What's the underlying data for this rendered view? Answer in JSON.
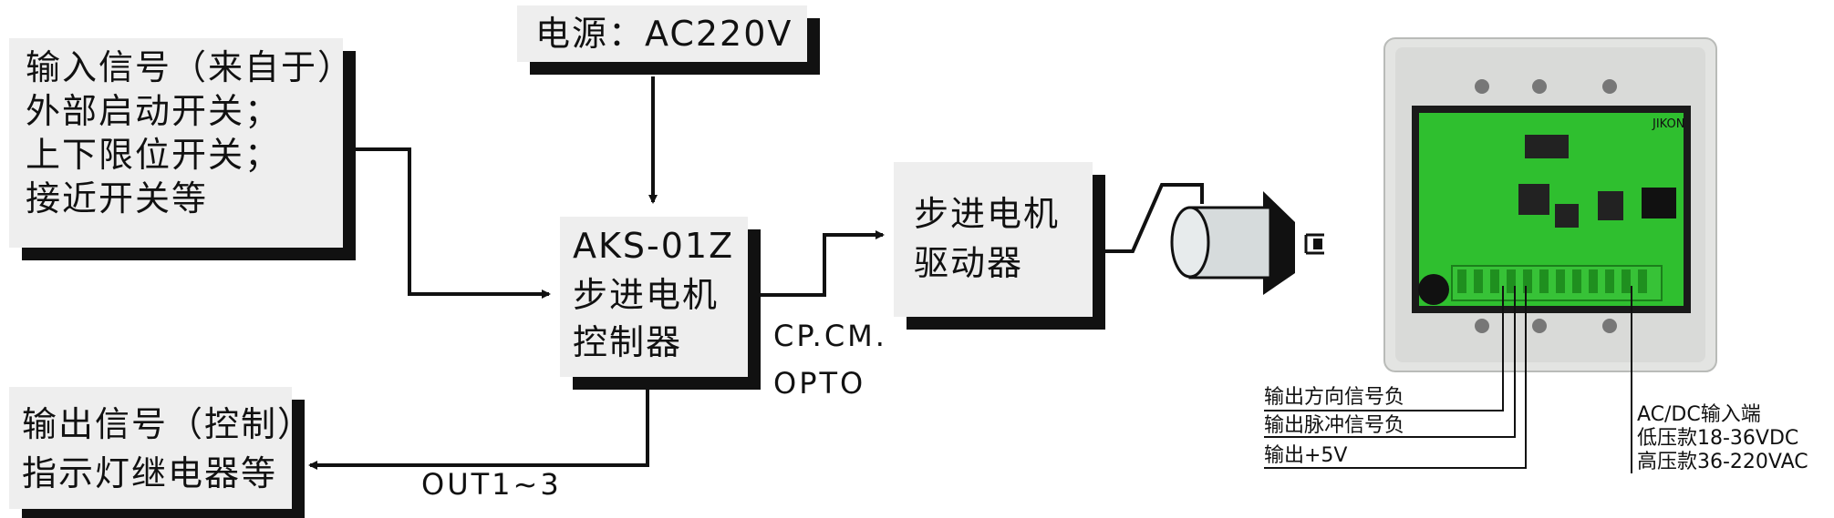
{
  "power_box": {
    "text": "电源：AC220V"
  },
  "input_box": {
    "lines": [
      "输入信号（来自于）",
      "外部启动开关；",
      "上下限位开关；",
      "接近开关等"
    ]
  },
  "controller_box": {
    "lines": [
      "AKS-01Z",
      "步进电机",
      "控制器"
    ]
  },
  "driver_box": {
    "lines": [
      "步进电机",
      "驱动器"
    ]
  },
  "output_box": {
    "lines": [
      "输出信号（控制）",
      "指示灯继电器等"
    ]
  },
  "connection_labels": {
    "cp_cm": "CP.CM.",
    "opto": "OPTO",
    "out": "OUT1~3"
  },
  "board_callouts": {
    "direction_negative": "输出方向信号负",
    "pulse_negative": "输出脉冲信号负",
    "plus_5v": "输出+5V",
    "power_input": [
      "AC/DC输入端",
      "低压款18-36VDC",
      "高压款36-220VAC"
    ]
  },
  "board_brand": "JIKON"
}
